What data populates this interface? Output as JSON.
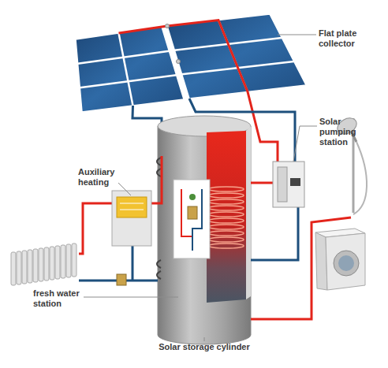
{
  "diagram": {
    "labels": [
      "Flat plate collector",
      "Solar pumping station",
      "Auxiliary heating",
      "fresh water station",
      "Solar storage cylinder"
    ]
  }
}
